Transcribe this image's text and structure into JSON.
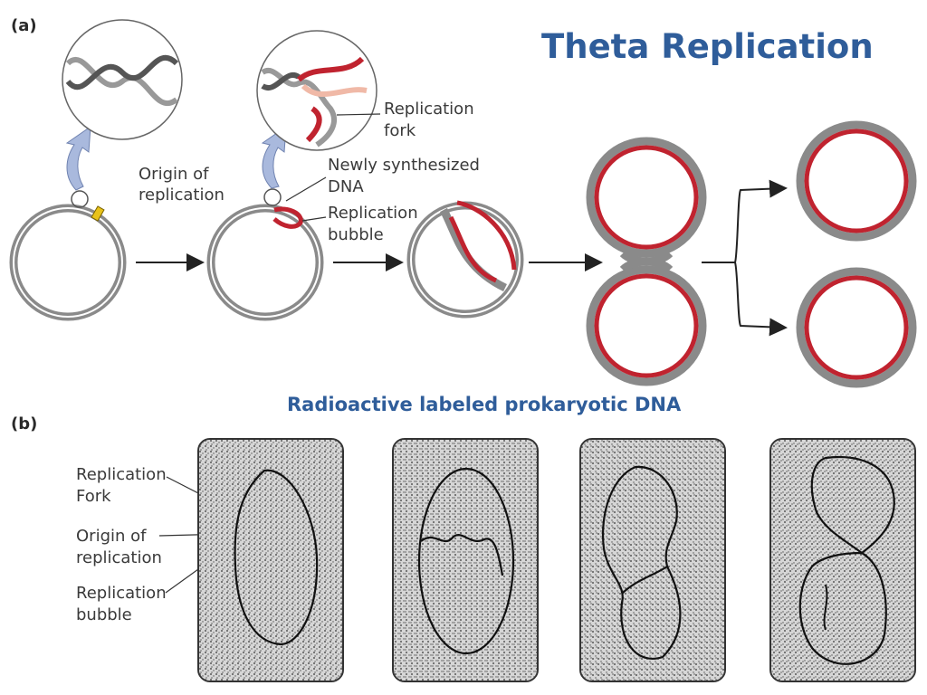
{
  "title": "Theta Replication",
  "subtitle": "Radioactive labeled prokaryotic DNA",
  "panel_a": "(a)",
  "panel_b": "(b)",
  "labels_a": {
    "origin_line1": "Origin of",
    "origin_line2": "replication",
    "fork_line1": "Replication",
    "fork_line2": "fork",
    "newdna_line1": "Newly synthesized",
    "newdna_line2": "DNA",
    "bubble_line1": "Replication",
    "bubble_line2": "bubble"
  },
  "labels_b": {
    "fork_line1": "Replication",
    "fork_line2": "Fork",
    "origin_line1": "Origin of",
    "origin_line2": "replication",
    "bubble_line1": "Replication",
    "bubble_line2": "bubble"
  },
  "colors": {
    "title": "#2f5d9a",
    "parental_dna": "#8a8a8a",
    "new_dna": "#c0232f",
    "origin_marker": "#e8c21a",
    "zoom_arrow": "#a9b9dd"
  }
}
